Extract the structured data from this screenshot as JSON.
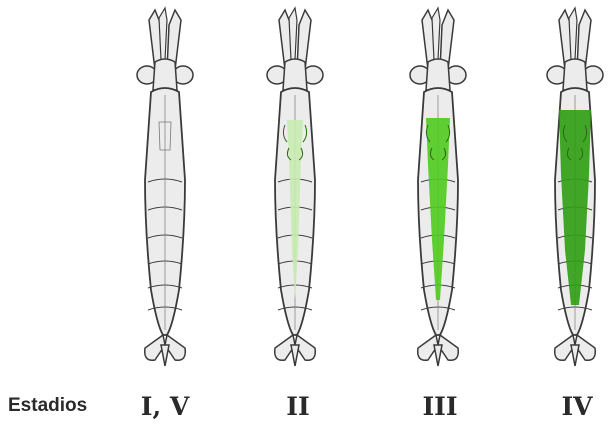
{
  "row_label": "Estadios",
  "stages": [
    {
      "label": "I, V",
      "tint": "none"
    },
    {
      "label": "II",
      "tint": "light"
    },
    {
      "label": "III",
      "tint": "medium"
    },
    {
      "label": "IV",
      "tint": "dark"
    }
  ],
  "colors": {
    "outline": "#3a3a3a",
    "body_fill": "#ececec",
    "tint_light": "#c8ecb0",
    "tint_medium": "#4fcb1e",
    "tint_dark": "#2f9e12"
  }
}
